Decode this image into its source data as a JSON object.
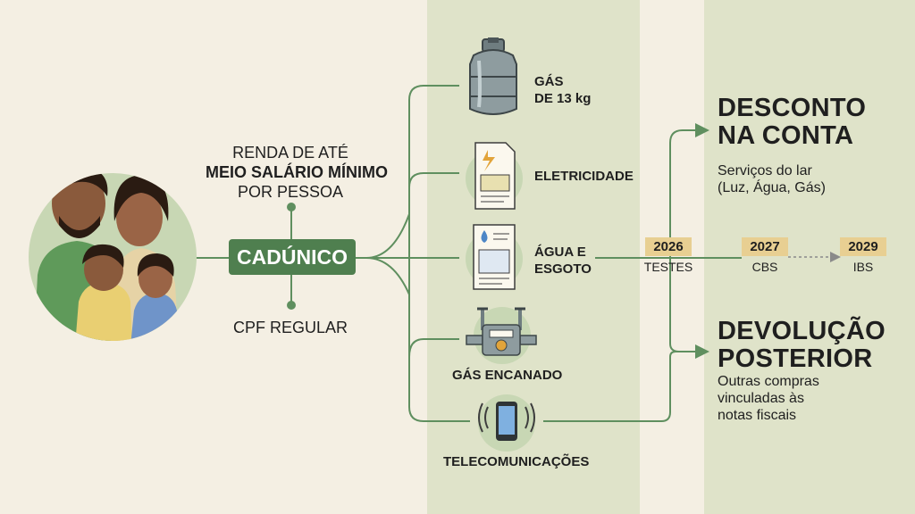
{
  "eligibility": {
    "income_line1": "RENDA DE ATÉ",
    "income_line2": "MEIO SALÁRIO MÍNIMO",
    "income_line3": "POR PESSOA",
    "cpf": "CPF REGULAR"
  },
  "program": {
    "label": "CADÚNICO"
  },
  "services": [
    {
      "label_line1": "GÁS",
      "label_line2": "DE 13 kg",
      "icon": "gas-cylinder-icon"
    },
    {
      "label_line1": "ELETRICIDADE",
      "icon": "electricity-bill-icon"
    },
    {
      "label_line1": "ÁGUA E",
      "label_line2": "ESGOTO",
      "icon": "water-bill-icon"
    },
    {
      "label_line1": "GÁS ENCANADO",
      "icon": "gas-meter-icon"
    },
    {
      "label_line1": "TELECOMUNICAÇÕES",
      "icon": "smartphone-icon"
    }
  ],
  "benefits": {
    "discount": {
      "title_line1": "DESCONTO",
      "title_line2": "NA CONTA",
      "desc_line1": "Serviços do lar",
      "desc_line2": "(Luz, Água, Gás)"
    },
    "refund": {
      "title_line1": "DEVOLUÇÃO",
      "title_line2": "POSTERIOR",
      "desc_line1": "Outras compras",
      "desc_line2": "vinculadas às",
      "desc_line3": "notas fiscais"
    }
  },
  "timeline": [
    {
      "year": "2026",
      "label": "TESTES"
    },
    {
      "year": "2027",
      "label": "CBS"
    },
    {
      "year": "2029",
      "label": "IBS"
    }
  ],
  "colors": {
    "background": "#f4efe3",
    "band": "#dfe3c9",
    "accent_green": "#4f7f4f",
    "line_green": "#5f8f5f",
    "year_badge": "#e8cf92"
  }
}
